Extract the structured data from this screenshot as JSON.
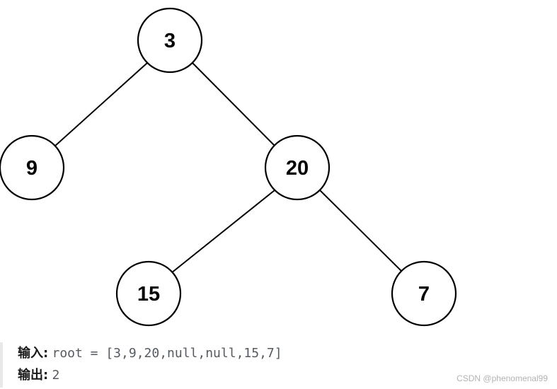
{
  "tree": {
    "nodes": [
      {
        "id": "n3",
        "value": "3"
      },
      {
        "id": "n9",
        "value": "9"
      },
      {
        "id": "n20",
        "value": "20"
      },
      {
        "id": "n15",
        "value": "15"
      },
      {
        "id": "n7",
        "value": "7"
      }
    ],
    "edges": [
      {
        "from": "n3",
        "to": "n9"
      },
      {
        "from": "n3",
        "to": "n20"
      },
      {
        "from": "n20",
        "to": "n15"
      },
      {
        "from": "n20",
        "to": "n7"
      }
    ]
  },
  "example": {
    "input_label": "输入:",
    "input_value": "root = [3,9,20,null,null,15,7]",
    "output_label": "输出:",
    "output_value": "2"
  },
  "watermark": "CSDN @phenomenal99"
}
